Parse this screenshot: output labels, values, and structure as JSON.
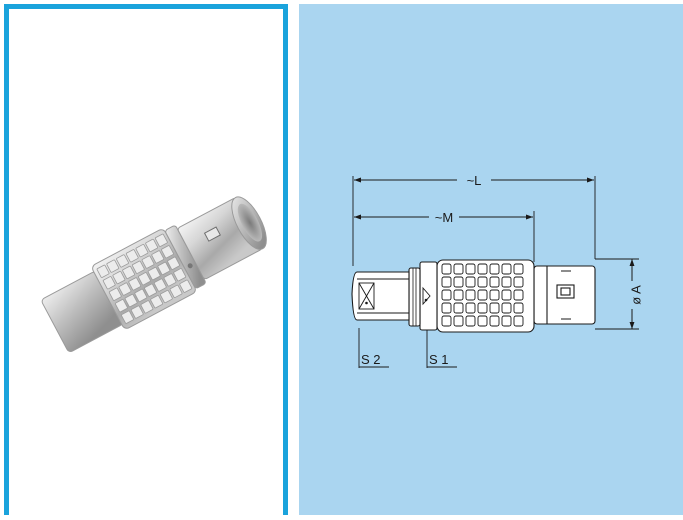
{
  "photo": {
    "icon": "circular-connector-plug-photo-icon"
  },
  "drawing": {
    "dimensions": {
      "length_total": "~L",
      "length_m": "~M",
      "diameter": "ø A",
      "spanner_2": "S 2",
      "spanner_1": "S 1"
    }
  },
  "colors": {
    "frame_border": "#1aa3dc",
    "drawing_background": "#aad5f0",
    "line": "#1a1a1a"
  }
}
